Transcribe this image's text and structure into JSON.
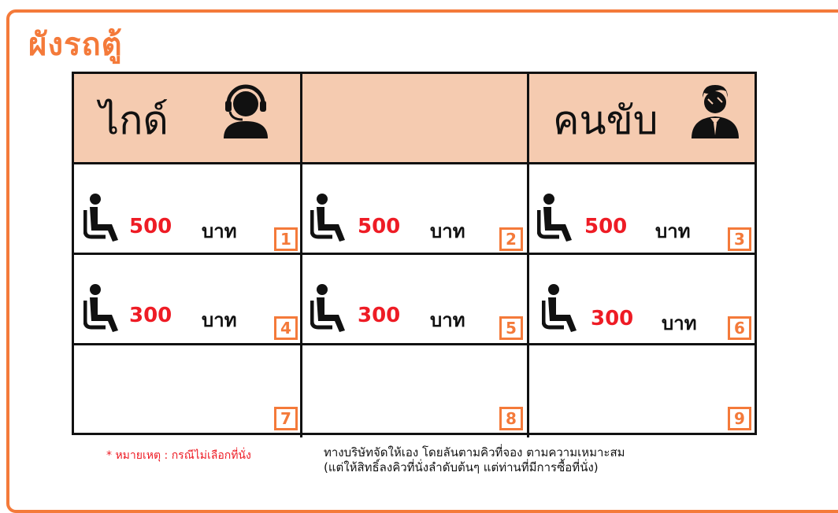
{
  "title": "ผังรถตู้",
  "header": {
    "guide_label": "ไกด์",
    "driver_label": "คนขับ"
  },
  "seats": [
    {
      "number": "1",
      "price": "500",
      "unit": "บาท"
    },
    {
      "number": "2",
      "price": "500",
      "unit": "บาท"
    },
    {
      "number": "3",
      "price": "500",
      "unit": "บาท"
    },
    {
      "number": "4",
      "price": "300",
      "unit": "บาท"
    },
    {
      "number": "5",
      "price": "300",
      "unit": "บาท"
    },
    {
      "number": "6",
      "price": "300",
      "unit": "บาท"
    },
    {
      "number": "7"
    },
    {
      "number": "8"
    },
    {
      "number": "9"
    }
  ],
  "note": {
    "label": "* หมายเหตุ : กรณีไม่เลือกที่นั่ง",
    "line1": "ทางบริษัทจัดให้เอง  โดยลันตามคิวที่จอง ตามความเหมาะสม",
    "line2": "(แต่ให้สิทธิ์ลงคิวที่นั่งลำดับต้นๆ  แต่ท่านที่มีการซื้อที่นั่ง)"
  },
  "colors": {
    "accent": "#f47a3a",
    "header_bg": "#f5cbb0",
    "price": "#ee1c25"
  },
  "icons": {
    "guide": "headset-person-icon",
    "driver": "businessman-icon",
    "seat": "seated-person-icon"
  }
}
